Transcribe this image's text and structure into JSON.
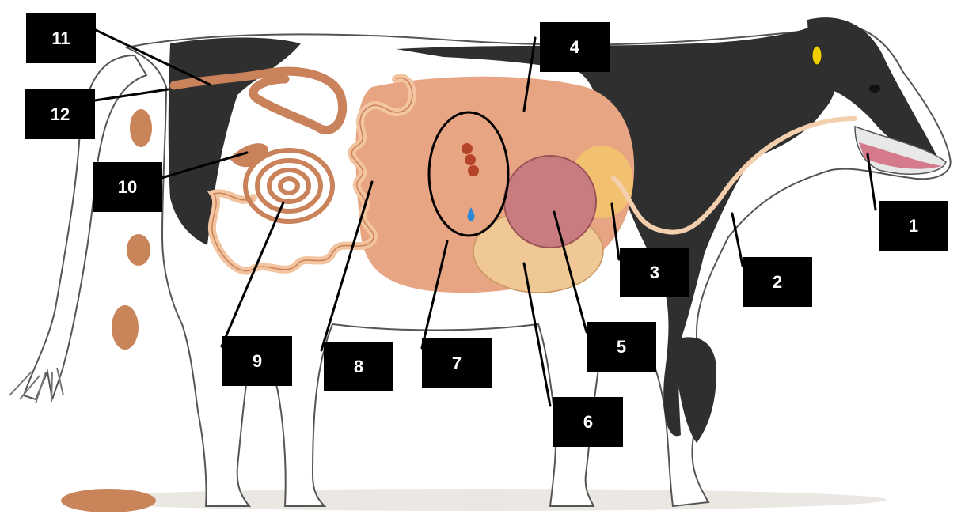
{
  "diagram": {
    "subject": "cow-digestive-system",
    "colors": {
      "organ_main": "#e8a583",
      "intestine": "#f2c4a0",
      "intestine_dark": "#c9825a",
      "abomasum": "#c97c80",
      "omasum": "#f3c46e",
      "reticulum": "#efc895",
      "cow_black": "#2f2f2f",
      "esophagus": "#f3cfae",
      "gallbladder_drop": "#2a88d6",
      "label_bg": "#000000",
      "label_text": "#ffffff"
    },
    "labels": [
      {
        "id": "1",
        "text": "1"
      },
      {
        "id": "2",
        "text": "2"
      },
      {
        "id": "3",
        "text": "3"
      },
      {
        "id": "4",
        "text": "4"
      },
      {
        "id": "5",
        "text": "5"
      },
      {
        "id": "6",
        "text": "6"
      },
      {
        "id": "7",
        "text": "7"
      },
      {
        "id": "8",
        "text": "8"
      },
      {
        "id": "9",
        "text": "9"
      },
      {
        "id": "10",
        "text": "10"
      },
      {
        "id": "11",
        "text": "11"
      },
      {
        "id": "12",
        "text": "12"
      }
    ]
  }
}
